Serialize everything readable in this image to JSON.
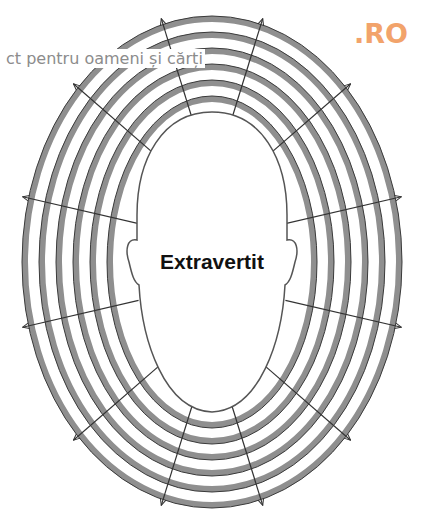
{
  "diagram": {
    "nodes": [
      {
        "text": [
          "Extravertit"
        ]
      }
    ],
    "labels": [
      ".RO",
      "ct pentru oameni și cărți"
    ]
  }
}
